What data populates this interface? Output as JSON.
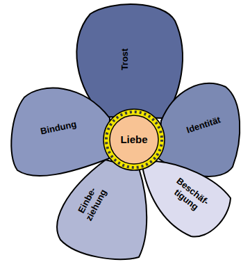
{
  "diagram": {
    "nodes": [
      {
        "text": [
          "Liebe"
        ]
      },
      {
        "text": [
          "Trost"
        ]
      },
      {
        "text": [
          "Identität"
        ]
      },
      {
        "text": [
          "Beschäf- tigung"
        ]
      },
      {
        "text": [
          "Einbe- ziehung"
        ]
      },
      {
        "text": [
          "Bindung"
        ]
      }
    ]
  }
}
